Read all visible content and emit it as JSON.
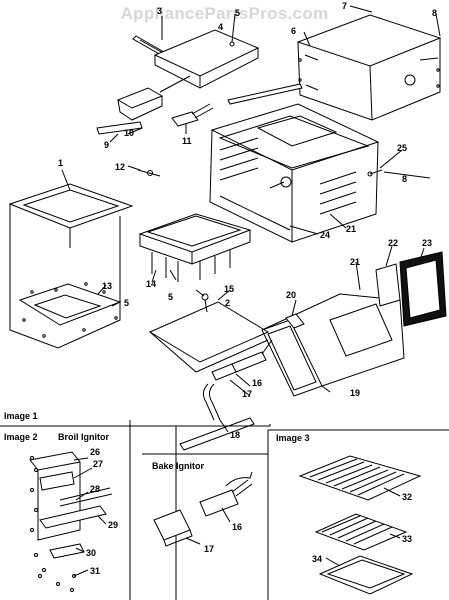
{
  "watermark": "AppliancePartsPros.com",
  "panels": {
    "image1": "Image 1",
    "image2": "Image 2",
    "image3": "Image 3",
    "broil_ignitor": "Broil Ignitor",
    "bake_ignitor": "Bake Ignitor"
  },
  "callouts": [
    "1",
    "2",
    "3",
    "4",
    "5",
    "5",
    "5",
    "6",
    "7",
    "8",
    "8",
    "9",
    "10",
    "11",
    "12",
    "13",
    "14",
    "15",
    "16",
    "16",
    "17",
    "17",
    "18",
    "19",
    "20",
    "21",
    "21",
    "22",
    "23",
    "24",
    "25",
    "26",
    "27",
    "28",
    "29",
    "30",
    "31",
    "32",
    "33",
    "34"
  ]
}
